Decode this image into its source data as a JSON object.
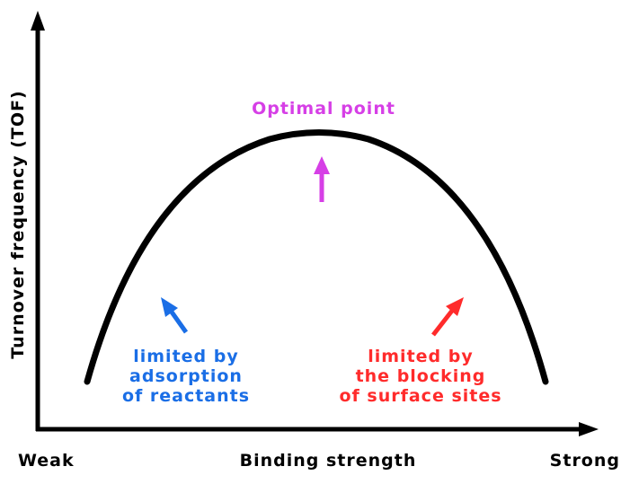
{
  "title": "Optimal point",
  "y_axis_label": "Turnover frequency (TOF)",
  "x_axis_label": "Binding strength",
  "x_left_label": "Weak",
  "x_right_label": "Strong",
  "left_annotation": [
    "limited by",
    "adsorption",
    "of reactants"
  ],
  "right_annotation": [
    "limited by",
    "the blocking",
    "of surface sites"
  ],
  "colors": {
    "optimal": "#d63fe6",
    "left": "#1a6ee6",
    "right": "#ff2b2b",
    "curve": "#000000"
  }
}
